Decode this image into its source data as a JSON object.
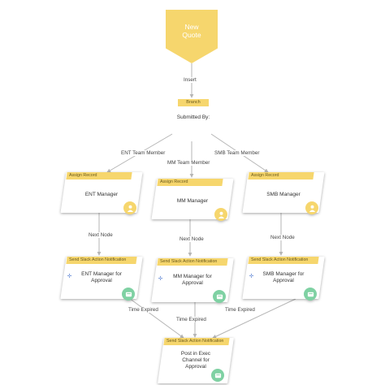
{
  "start": {
    "label_line1": "New",
    "label_line2": "Quote"
  },
  "edges": {
    "insert": "Insert",
    "ent_team": "ENT Team Member",
    "mm_team": "MM Team Member",
    "smb_team": "SMB Team Member",
    "next_node_1": "Next Node",
    "next_node_2": "Next Node",
    "next_node_3": "Next Node",
    "time_expired_1": "Time Expired",
    "time_expired_2": "Time Expired",
    "time_expired_3": "Time Expired"
  },
  "branch": {
    "tab": "Branch",
    "label": "Submitted By:"
  },
  "assign_nodes": [
    {
      "tab": "Assign Record",
      "label": "ENT Manager"
    },
    {
      "tab": "Assign Record",
      "label": "MM Manager"
    },
    {
      "tab": "Assign Record",
      "label": "SMB Manager"
    }
  ],
  "notify_nodes": [
    {
      "tab": "Send Slack Action Notification",
      "line1": "ENT Manager for",
      "line2": "Approval"
    },
    {
      "tab": "Send Slack Action Notification",
      "line1": "MM Manager for",
      "line2": "Approval"
    },
    {
      "tab": "Send Slack Action Notification",
      "line1": "SMB Manager for",
      "line2": "Approval"
    }
  ],
  "final_node": {
    "tab": "Send Slack Action Notification",
    "line1": "Post in Exec",
    "line2": "Channel for",
    "line3": "Approval"
  },
  "colors": {
    "accent": "#f6d66d",
    "green": "#7fd1a3",
    "line": "#b5b5b5"
  },
  "icons": {
    "assign": "user-icon",
    "notify": "slack-message-icon",
    "expand": "plus-icon"
  }
}
